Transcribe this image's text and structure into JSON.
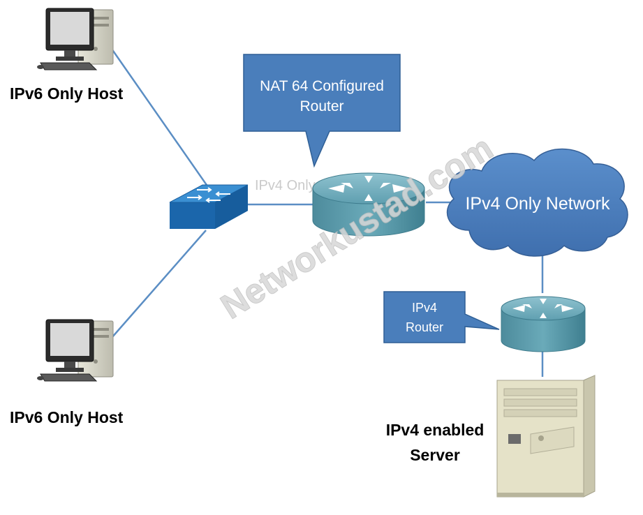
{
  "hosts": {
    "top_label": "IPv6 Only Host",
    "bottom_label": "IPv6 Only Host"
  },
  "nat_callout": {
    "line1": "NAT 64 Configured",
    "line2": "Router"
  },
  "router_overlay_text": "IPv4 Only Network",
  "cloud_label": "IPv4 Only Network",
  "ipv4_callout": {
    "line1": "IPv4",
    "line2": "Router"
  },
  "server_label": {
    "line1": "IPv4 enabled",
    "line2": "Server"
  },
  "watermark": "Networkustad.com",
  "colors": {
    "callout_fill": "#4a7ebb",
    "callout_border": "#2f5f95",
    "link_line": "#5b8ec4",
    "switch_top": "#2f82c8",
    "switch_front": "#1d69ae",
    "router_fill": "#5fa0b1",
    "cloud_fill": "#4f81bd"
  }
}
